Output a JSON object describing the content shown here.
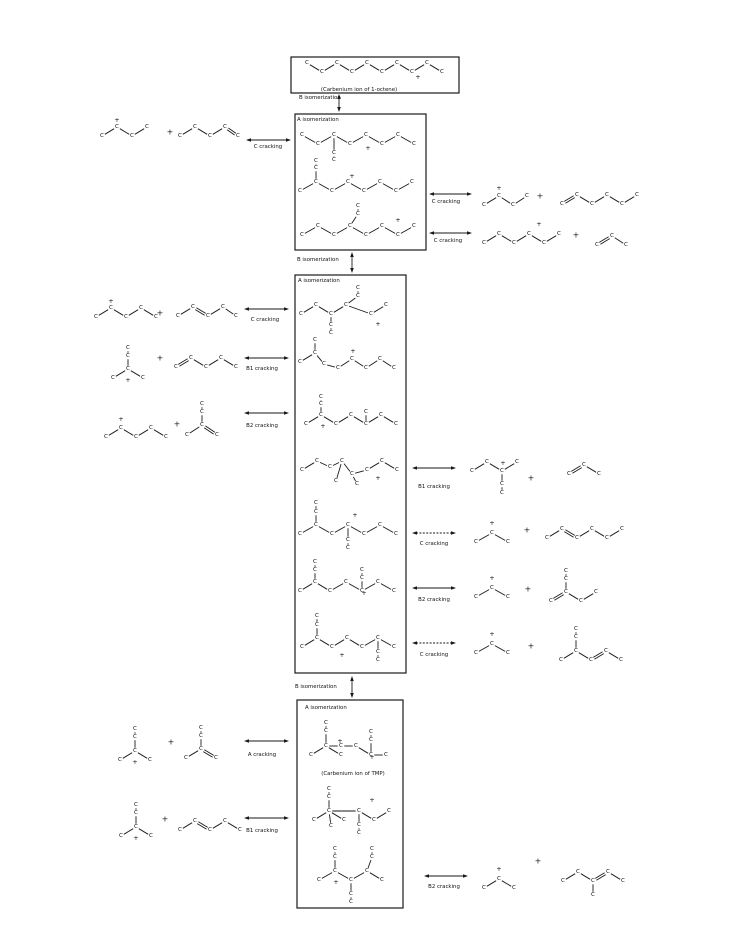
{
  "title": "(Carbenium ion of 1-octene)",
  "tmp_caption": "(Carbenium ion of TMP)",
  "atom_symbol": "C",
  "charge_symbol": "+",
  "plus_sign": "+",
  "boxes": [
    {
      "label": "A isomerization"
    },
    {
      "label": "A isomerization"
    },
    {
      "label": "A isomerization"
    }
  ],
  "b_isomerizations": [
    {
      "label": "B isomerization"
    },
    {
      "label": "B isomerization"
    },
    {
      "label": "B isomerization"
    }
  ],
  "reactions": [
    {
      "label": "C cracking"
    },
    {
      "label": "C cracking"
    },
    {
      "label": "C cracking"
    },
    {
      "label": "C cracking"
    },
    {
      "label": "B1 cracking"
    },
    {
      "label": "B2 cracking"
    },
    {
      "label": "B1 cracking"
    },
    {
      "label": "C cracking"
    },
    {
      "label": "B2 cracking"
    },
    {
      "label": "C cracking"
    },
    {
      "label": "A cracking"
    },
    {
      "label": "B1 cracking"
    },
    {
      "label": "B2 cracking"
    }
  ]
}
